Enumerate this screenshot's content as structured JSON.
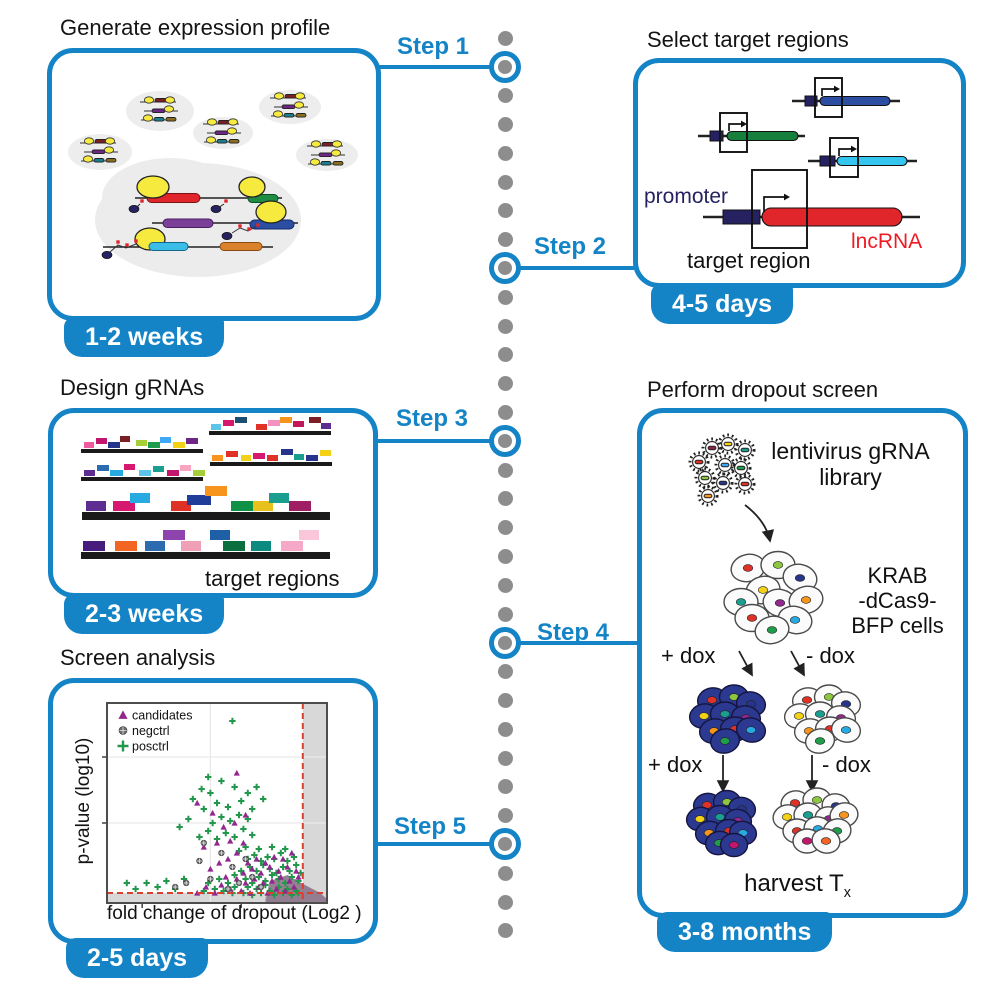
{
  "colors": {
    "accent": "#1484c6",
    "timeline_dot": "#8d8d8d"
  },
  "timeline": {
    "steps": [
      {
        "label": "Step 1"
      },
      {
        "label": "Step 2"
      },
      {
        "label": "Step 3"
      },
      {
        "label": "Step 4"
      },
      {
        "label": "Step 5"
      }
    ]
  },
  "panels": {
    "expression": {
      "title": "Generate expression profile",
      "badge": "1-2 weeks"
    },
    "targets": {
      "title": "Select target regions",
      "badge": "4-5 days",
      "promoter_label": "promoter",
      "lncrna_label": "lncRNA",
      "target_region_label": "target region",
      "promoter_color": "#262262",
      "lncrna_color": "#ed1c24"
    },
    "grnas": {
      "title": "Design gRNAs",
      "badge": "2-3 weeks",
      "caption": "target regions"
    },
    "dropout": {
      "title": "Perform dropout screen",
      "badge": "3-8 months",
      "library_label_line1": "lentivirus gRNA",
      "library_label_line2": "library",
      "cells_label_line1": "KRAB",
      "cells_label_line2": "-dCas9-",
      "cells_label_line3": "BFP cells",
      "plus_dox_1": "+ dox",
      "minus_dox_1": "- dox",
      "plus_dox_2": "+ dox",
      "minus_dox_2": "- dox",
      "harvest_label": "harvest T",
      "harvest_sub": "x"
    },
    "analysis": {
      "title": "Screen analysis",
      "badge": "2-5 days"
    }
  },
  "chart_data": {
    "type": "scatter",
    "title": "",
    "xlabel": "fold change of dropout (Log2 )",
    "ylabel": "p-value (log10)",
    "legend_position": "top-left",
    "grid": true,
    "legend": [
      {
        "name": "candidates",
        "marker": "triangle",
        "color": "#92278f"
      },
      {
        "name": "negctrl",
        "marker": "circle-cross",
        "color": "#6d6e71"
      },
      {
        "name": "posctrl",
        "marker": "plus",
        "color": "#23984c"
      }
    ],
    "axes": {
      "x_ticks_frac": [
        0.16,
        0.61
      ],
      "y_ticks_frac": [
        0.27,
        0.6
      ],
      "grid_x_frac": [
        0.47
      ],
      "grid_y_frac": [
        0.27,
        0.6
      ]
    },
    "thresholds": {
      "x_frac": 0.89,
      "y_frac": 0.05,
      "color": "#d9402f",
      "style": "dashed"
    },
    "shaded": {
      "right_from_frac": 0.89,
      "bottom_to_frac": 0.05,
      "color": "#d8d8d8"
    },
    "density_polygon": [
      [
        0.72,
        0.02
      ],
      [
        0.74,
        0.11
      ],
      [
        0.82,
        0.14
      ],
      [
        0.9,
        0.09
      ],
      [
        0.97,
        0.05
      ],
      [
        1.0,
        0.02
      ],
      [
        1.0,
        0.0
      ],
      [
        0.72,
        0.0
      ]
    ],
    "series": [
      {
        "name": "posctrl",
        "marker": "plus",
        "color": "#23984c",
        "points": [
          [
            0.62,
            0.05
          ],
          [
            0.64,
            0.08
          ],
          [
            0.66,
            0.04
          ],
          [
            0.68,
            0.07
          ],
          [
            0.7,
            0.05
          ],
          [
            0.72,
            0.09
          ],
          [
            0.74,
            0.06
          ],
          [
            0.76,
            0.04
          ],
          [
            0.78,
            0.08
          ],
          [
            0.8,
            0.05
          ],
          [
            0.82,
            0.07
          ],
          [
            0.84,
            0.04
          ],
          [
            0.86,
            0.06
          ],
          [
            0.63,
            0.12
          ],
          [
            0.66,
            0.1
          ],
          [
            0.69,
            0.13
          ],
          [
            0.72,
            0.11
          ],
          [
            0.75,
            0.14
          ],
          [
            0.78,
            0.12
          ],
          [
            0.81,
            0.1
          ],
          [
            0.84,
            0.13
          ],
          [
            0.87,
            0.11
          ],
          [
            0.61,
            0.16
          ],
          [
            0.65,
            0.18
          ],
          [
            0.68,
            0.16
          ],
          [
            0.71,
            0.19
          ],
          [
            0.74,
            0.17
          ],
          [
            0.77,
            0.15
          ],
          [
            0.8,
            0.18
          ],
          [
            0.83,
            0.16
          ],
          [
            0.86,
            0.19
          ],
          [
            0.64,
            0.22
          ],
          [
            0.67,
            0.24
          ],
          [
            0.7,
            0.21
          ],
          [
            0.73,
            0.23
          ],
          [
            0.76,
            0.22
          ],
          [
            0.79,
            0.25
          ],
          [
            0.82,
            0.21
          ],
          [
            0.85,
            0.23
          ],
          [
            0.6,
            0.26
          ],
          [
            0.63,
            0.28
          ],
          [
            0.69,
            0.27
          ],
          [
            0.75,
            0.28
          ],
          [
            0.81,
            0.27
          ],
          [
            0.87,
            0.05
          ],
          [
            0.88,
            0.15
          ],
          [
            0.58,
            0.08
          ],
          [
            0.58,
            0.14
          ],
          [
            0.57,
            0.05
          ],
          [
            0.55,
            0.1
          ],
          [
            0.53,
            0.06
          ],
          [
            0.51,
            0.12
          ],
          [
            0.49,
            0.07
          ],
          [
            0.46,
            0.1
          ],
          [
            0.44,
            0.06
          ],
          [
            0.42,
            0.33
          ],
          [
            0.46,
            0.36
          ],
          [
            0.5,
            0.32
          ],
          [
            0.54,
            0.35
          ],
          [
            0.58,
            0.33
          ],
          [
            0.62,
            0.37
          ],
          [
            0.66,
            0.34
          ],
          [
            0.48,
            0.4
          ],
          [
            0.52,
            0.43
          ],
          [
            0.56,
            0.41
          ],
          [
            0.6,
            0.44
          ],
          [
            0.64,
            0.42
          ],
          [
            0.44,
            0.47
          ],
          [
            0.5,
            0.5
          ],
          [
            0.55,
            0.48
          ],
          [
            0.61,
            0.51
          ],
          [
            0.66,
            0.47
          ],
          [
            0.37,
            0.42
          ],
          [
            0.39,
            0.52
          ],
          [
            0.47,
            0.55
          ],
          [
            0.09,
            0.1
          ],
          [
            0.13,
            0.07
          ],
          [
            0.18,
            0.1
          ],
          [
            0.23,
            0.08
          ],
          [
            0.27,
            0.11
          ],
          [
            0.31,
            0.07
          ],
          [
            0.35,
            0.12
          ],
          [
            0.57,
            0.91
          ],
          [
            0.52,
            0.61
          ],
          [
            0.43,
            0.57
          ],
          [
            0.33,
            0.38
          ],
          [
            0.46,
            0.63
          ],
          [
            0.58,
            0.58
          ],
          [
            0.64,
            0.55
          ],
          [
            0.68,
            0.58
          ],
          [
            0.71,
            0.52
          ]
        ]
      },
      {
        "name": "candidates",
        "marker": "triangle",
        "color": "#92278f",
        "points": [
          [
            0.61,
            0.06
          ],
          [
            0.65,
            0.05
          ],
          [
            0.69,
            0.08
          ],
          [
            0.73,
            0.05
          ],
          [
            0.77,
            0.07
          ],
          [
            0.81,
            0.06
          ],
          [
            0.85,
            0.08
          ],
          [
            0.63,
            0.1
          ],
          [
            0.67,
            0.12
          ],
          [
            0.71,
            0.1
          ],
          [
            0.75,
            0.11
          ],
          [
            0.79,
            0.13
          ],
          [
            0.83,
            0.11
          ],
          [
            0.87,
            0.13
          ],
          [
            0.62,
            0.15
          ],
          [
            0.66,
            0.17
          ],
          [
            0.7,
            0.15
          ],
          [
            0.74,
            0.18
          ],
          [
            0.78,
            0.16
          ],
          [
            0.82,
            0.18
          ],
          [
            0.86,
            0.16
          ],
          [
            0.64,
            0.2
          ],
          [
            0.68,
            0.22
          ],
          [
            0.72,
            0.2
          ],
          [
            0.76,
            0.23
          ],
          [
            0.8,
            0.22
          ],
          [
            0.84,
            0.25
          ],
          [
            0.59,
            0.12
          ],
          [
            0.56,
            0.07
          ],
          [
            0.54,
            0.13
          ],
          [
            0.52,
            0.09
          ],
          [
            0.49,
            0.05
          ],
          [
            0.45,
            0.08
          ],
          [
            0.41,
            0.05
          ],
          [
            0.47,
            0.17
          ],
          [
            0.51,
            0.2
          ],
          [
            0.55,
            0.22
          ],
          [
            0.59,
            0.25
          ],
          [
            0.44,
            0.28
          ],
          [
            0.5,
            0.3
          ],
          [
            0.56,
            0.31
          ],
          [
            0.62,
            0.3
          ],
          [
            0.53,
            0.38
          ],
          [
            0.58,
            0.4
          ],
          [
            0.63,
            0.44
          ],
          [
            0.48,
            0.45
          ],
          [
            0.59,
            0.65
          ],
          [
            0.41,
            0.5
          ]
        ]
      },
      {
        "name": "negctrl",
        "marker": "circle-cross",
        "color": "#6d6e71",
        "points": [
          [
            0.44,
            0.3
          ],
          [
            0.52,
            0.25
          ],
          [
            0.57,
            0.18
          ],
          [
            0.47,
            0.12
          ],
          [
            0.36,
            0.1
          ],
          [
            0.6,
            0.1
          ],
          [
            0.66,
            0.13
          ],
          [
            0.7,
            0.08
          ],
          [
            0.42,
            0.21
          ],
          [
            0.55,
            0.07
          ],
          [
            0.63,
            0.22
          ],
          [
            0.31,
            0.08
          ]
        ]
      }
    ]
  }
}
